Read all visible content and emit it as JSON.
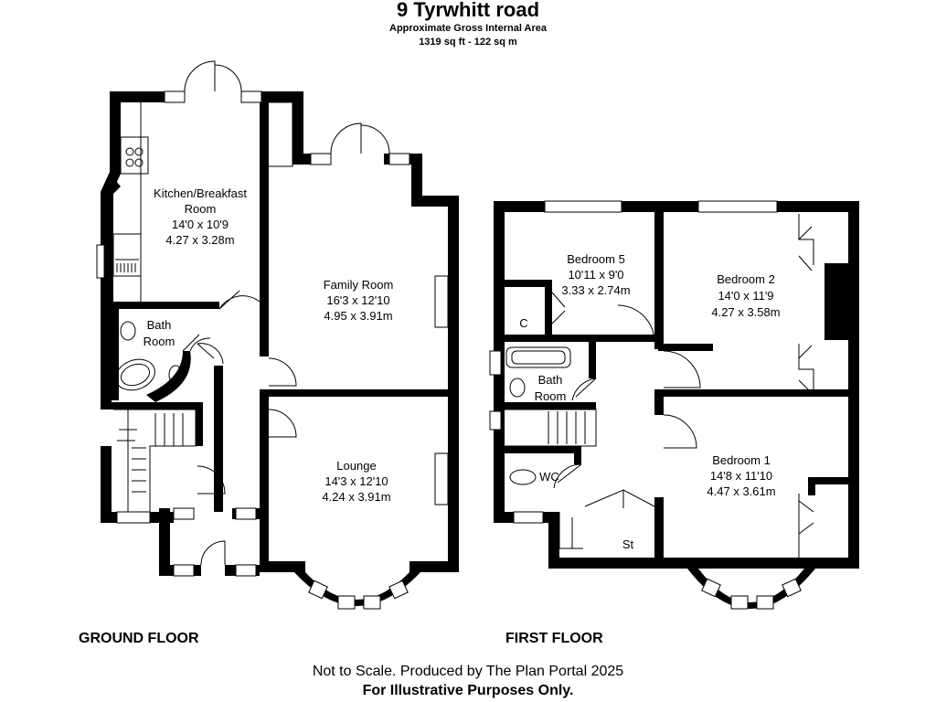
{
  "header": {
    "title": "9 Tyrwhitt road",
    "area_label": "Approximate Gross Internal Area",
    "area_value": "1319 sq ft - 122 sq m"
  },
  "ground_floor": {
    "label": "GROUND FLOOR",
    "rooms": {
      "kitchen": {
        "name_line1": "Kitchen/Breakfast",
        "name_line2": "Room",
        "imperial": "14'0 x 10'9",
        "metric": "4.27 x 3.28m"
      },
      "family": {
        "name": "Family Room",
        "imperial": "16'3 x 12'10",
        "metric": "4.95 x 3.91m"
      },
      "bath": {
        "name_line1": "Bath",
        "name_line2": "Room"
      },
      "lounge": {
        "name": "Lounge",
        "imperial": "14'3 x 12'10",
        "metric": "4.24 x 3.91m"
      }
    }
  },
  "first_floor": {
    "label": "FIRST FLOOR",
    "rooms": {
      "bedroom5": {
        "name": "Bedroom 5",
        "imperial": "10'11 x 9'0",
        "metric": "3.33 x 2.74m"
      },
      "bedroom2": {
        "name": "Bedroom 2",
        "imperial": "14'0 x 11'9",
        "metric": "4.27 x 3.58m"
      },
      "bath": {
        "name_line1": "Bath",
        "name_line2": "Room"
      },
      "wc": {
        "name": "WC"
      },
      "cupboard": {
        "name": "C"
      },
      "store": {
        "name": "St"
      },
      "bedroom1": {
        "name": "Bedroom 1",
        "imperial": "14'8 x 11'10",
        "metric": "4.47 x 3.61m"
      }
    }
  },
  "footer": {
    "line1": "Not to Scale. Produced by The Plan Portal 2025",
    "line2": "For Illustrative Purposes Only."
  }
}
